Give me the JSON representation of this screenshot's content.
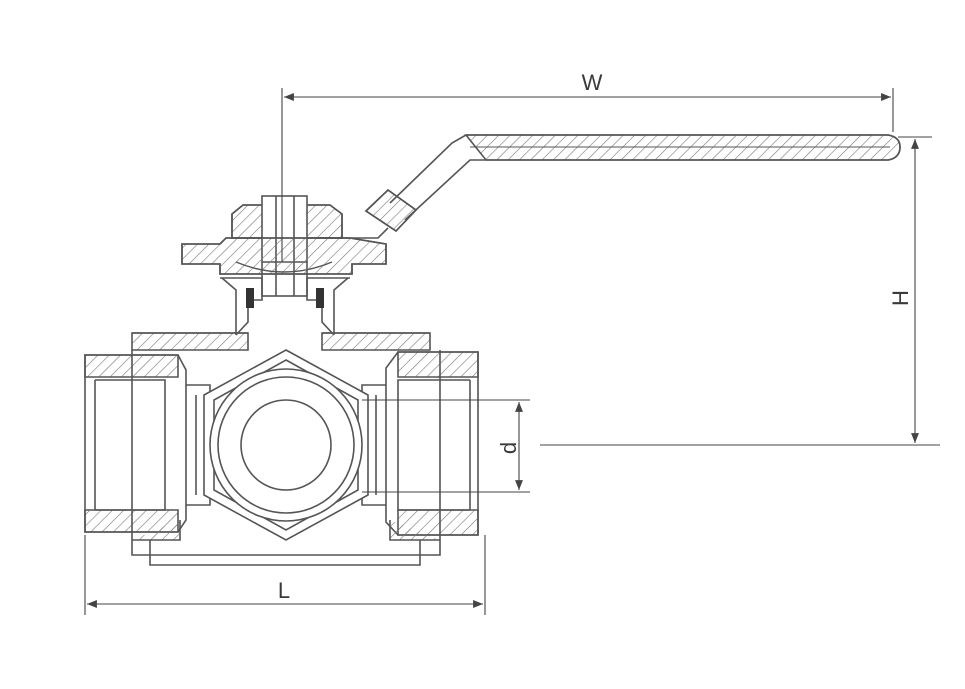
{
  "dimensions": {
    "width_label": "W",
    "height_label": "H",
    "length_label": "L",
    "bore_label": "d"
  },
  "colors": {
    "line": "#555555",
    "background": "#ffffff"
  }
}
